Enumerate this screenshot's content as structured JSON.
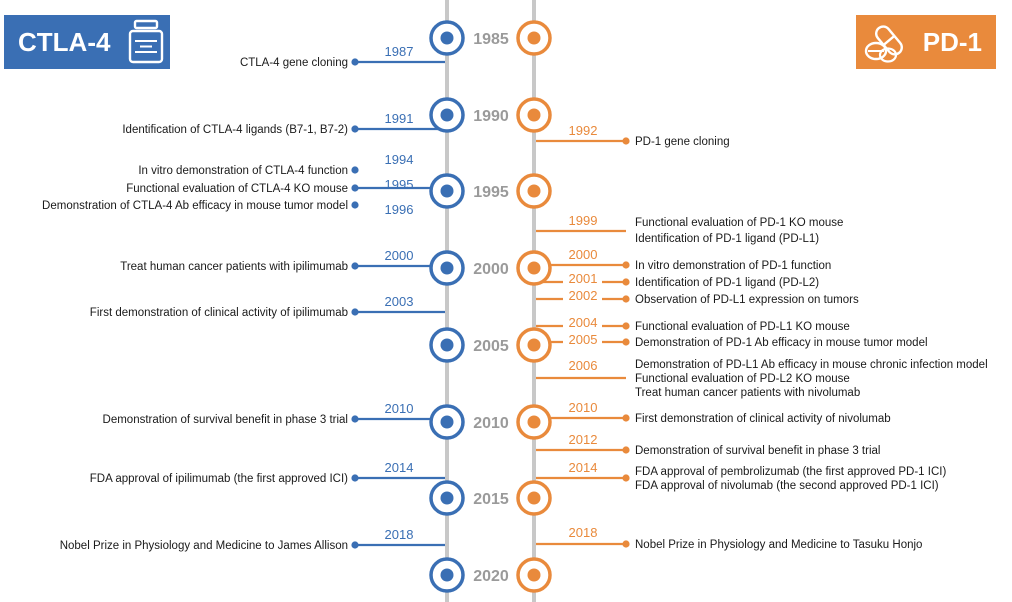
{
  "colors": {
    "ctla4": "#3a6fb4",
    "pd1": "#e98a3c",
    "year": "#9a9a9a",
    "axis": "#c8c8c8",
    "text": "#1a1a1a"
  },
  "headers": {
    "ctla4_label": "CTLA-4",
    "pd1_label": "PD-1",
    "ctla4_icon": "medicine-bottle-icon",
    "pd1_icon": "pills-icon"
  },
  "axis_years": [
    "1985",
    "1990",
    "1995",
    "2000",
    "2005",
    "2010",
    "2015",
    "2020"
  ],
  "ctla4_events": [
    {
      "year": "1987",
      "text": "CTLA-4 gene cloning"
    },
    {
      "year": "1991",
      "text": "Identification of CTLA-4 ligands (B7-1, B7-2)"
    },
    {
      "year": "1994",
      "text": "In vitro demonstration of CTLA-4 function"
    },
    {
      "year": "1995",
      "text": "Functional evaluation of CTLA-4 KO mouse"
    },
    {
      "year": "1996",
      "text": "Demonstration of CTLA-4 Ab efficacy in mouse tumor model"
    },
    {
      "year": "2000",
      "text": "Treat human cancer patients with ipilimumab"
    },
    {
      "year": "2003",
      "text": "First demonstration of clinical activity of ipilimumab"
    },
    {
      "year": "2010",
      "text": "Demonstration of survival benefit in phase 3 trial"
    },
    {
      "year": "2014",
      "text": "FDA approval of ipilimumab (the first approved ICI)"
    },
    {
      "year": "2018",
      "text": "Nobel Prize in Physiology and Medicine to James Allison"
    }
  ],
  "pd1_events": [
    {
      "year": "1992",
      "lines": [
        "PD-1 gene cloning"
      ]
    },
    {
      "year": "1999",
      "lines": [
        "Functional evaluation of PD-1 KO mouse",
        "Identification of PD-1 ligand (PD-L1)"
      ]
    },
    {
      "year": "2000",
      "lines": [
        "In vitro demonstration of PD-1 function"
      ]
    },
    {
      "year": "2001",
      "lines": [
        "Identification of PD-1 ligand (PD-L2)"
      ]
    },
    {
      "year": "2002",
      "lines": [
        "Observation of PD-L1 expression on tumors"
      ]
    },
    {
      "year": "2004",
      "lines": [
        "Functional evaluation of PD-L1 KO mouse"
      ]
    },
    {
      "year": "2005",
      "lines": [
        "Demonstration of PD-1 Ab efficacy in mouse tumor model"
      ]
    },
    {
      "year": "2006",
      "lines": [
        "Demonstration of PD-L1 Ab efficacy in mouse chronic infection model",
        "Functional evaluation of PD-L2 KO mouse",
        "Treat human cancer patients with nivolumab"
      ]
    },
    {
      "year": "2010",
      "lines": [
        "First demonstration of clinical activity of nivolumab"
      ]
    },
    {
      "year": "2012",
      "lines": [
        "Demonstration of survival benefit in phase 3 trial"
      ]
    },
    {
      "year": "2014",
      "lines": [
        "FDA approval of pembrolizumab (the first approved PD-1 ICI)",
        "FDA approval of nivolumab (the second approved PD-1 ICI)"
      ]
    },
    {
      "year": "2018",
      "lines": [
        "Nobel Prize in Physiology and Medicine to Tasuku Honjo"
      ]
    }
  ]
}
